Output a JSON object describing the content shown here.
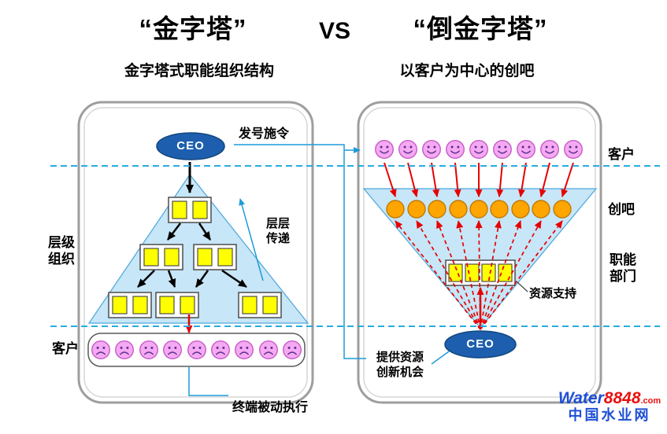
{
  "header": {
    "title_left": "“金字塔”",
    "title_vs": "VS",
    "title_right": "“倒金字塔”",
    "subtitle_left": "金字塔式职能组织结构",
    "subtitle_right": "以客户为中心的创吧"
  },
  "left_panel": {
    "ceo_label": "CEO",
    "order_label": "发号施令",
    "transmission_label": "层层\n传递",
    "hierarchy_label": "层级\n组织",
    "customer_label": "客户",
    "terminal_label": "终端被动执行",
    "customer_count": 9,
    "box_groups_per_level": [
      1,
      2,
      3
    ]
  },
  "right_panel": {
    "ceo_label": "CEO",
    "customer_label": "客户",
    "platform_label": "创吧",
    "department_label": "职能\n部门",
    "resource_label": "资源支持",
    "provide_label": "提供资源\n创新机会",
    "customer_count": 9,
    "platform_count": 9,
    "department_box_count": 4
  },
  "watermark": {
    "brand_word": "Water",
    "brand_number": "8848",
    "brand_domain": ".com",
    "site_name": "中国水业网"
  },
  "colors": {
    "triangle_fill": "#C7E6F7",
    "triangle_stroke": "#4BA6DA",
    "ceo_fill": "#1D5FAE",
    "box_yellow": "#FFFF00",
    "circle_orange": "#FFA500",
    "face_pink": "#F5A9F2",
    "arrow_red": "#E60000",
    "dashed_blue": "#29ABE2",
    "connector_blue": "#1F9CD7"
  }
}
